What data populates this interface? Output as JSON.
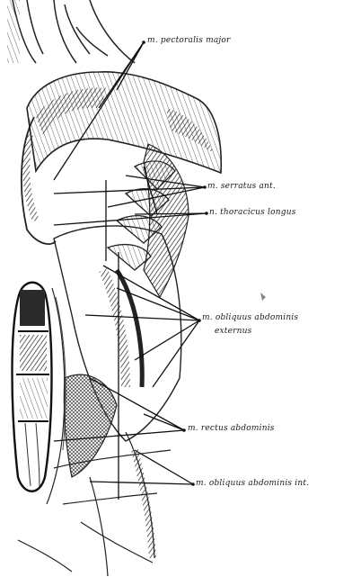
{
  "labels": {
    "pectoralis_major": "m. pectoralis major",
    "serratus_ant": "m. serratus ant.",
    "thoracicus_longus": "n. thoracicus longus",
    "obliquus_ext_line1": "m. obliquus abdominis",
    "obliquus_ext_line2": "externus",
    "rectus": "m. rectus abdominis",
    "obliquus_int": "m. obliquus abdominis int."
  },
  "colors": {
    "ink": "#1a1a1a",
    "background": "#ffffff"
  }
}
